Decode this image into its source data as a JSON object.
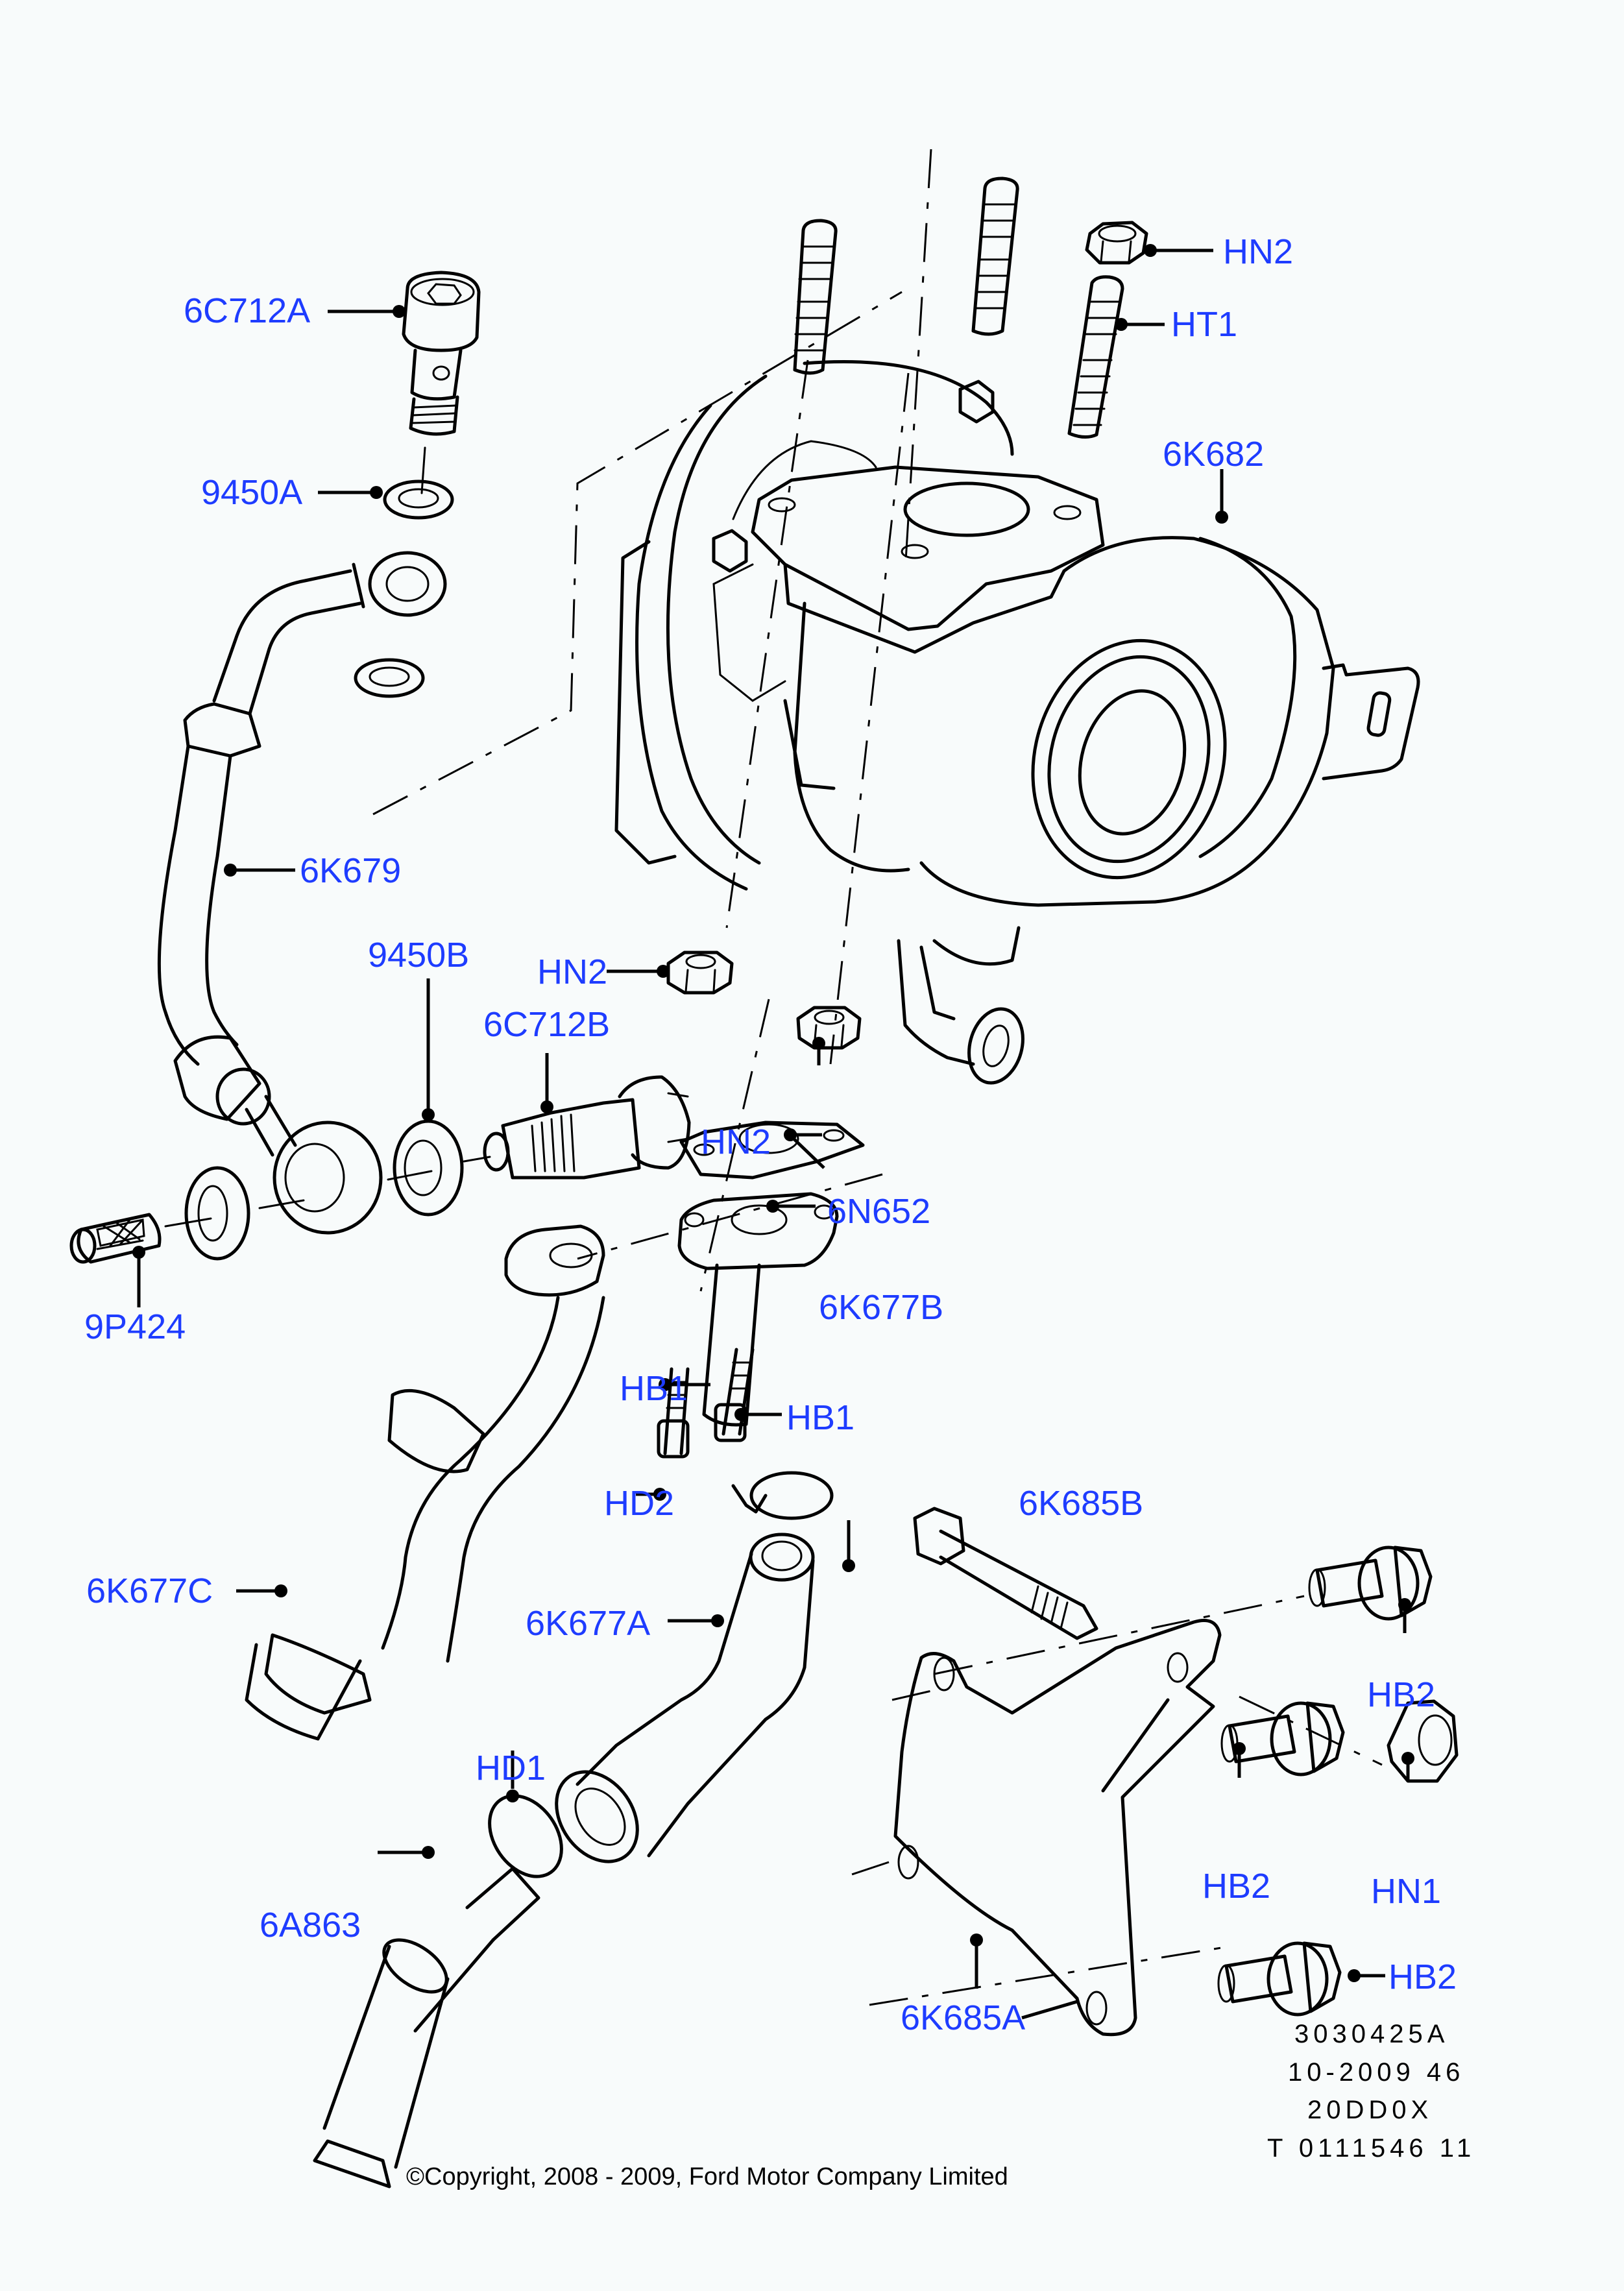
{
  "diagram": {
    "title": "Turbocharger exploded view",
    "label_color": "#1e3cff",
    "line_color": "#000000",
    "background": "#f8fbfb",
    "callouts": [
      {
        "id": "6C712A",
        "text": "6C712A",
        "part": "oil feed banjo bolt"
      },
      {
        "id": "9450A",
        "text": "9450A",
        "part": "sealing washer"
      },
      {
        "id": "HN2-top",
        "text": "HN2",
        "part": "nut"
      },
      {
        "id": "HT1",
        "text": "HT1",
        "part": "stud"
      },
      {
        "id": "6K682",
        "text": "6K682",
        "part": "turbocharger"
      },
      {
        "id": "6K679",
        "text": "6K679",
        "part": "oil feed pipe"
      },
      {
        "id": "9450B",
        "text": "9450B",
        "part": "sealing washer"
      },
      {
        "id": "6C712B",
        "text": "6C712B",
        "part": "banjo bolt"
      },
      {
        "id": "HN2-mid",
        "text": "HN2",
        "part": "nut"
      },
      {
        "id": "HN2-low",
        "text": "HN2",
        "part": "nut"
      },
      {
        "id": "6N652",
        "text": "6N652",
        "part": "gasket"
      },
      {
        "id": "6K677B",
        "text": "6K677B",
        "part": "oil return flange"
      },
      {
        "id": "HB1-left",
        "text": "HB1",
        "part": "bolt"
      },
      {
        "id": "HB1-right",
        "text": "HB1",
        "part": "bolt"
      },
      {
        "id": "HD2",
        "text": "HD2",
        "part": "hose clamp"
      },
      {
        "id": "6K685B",
        "text": "6K685B",
        "part": "bolt"
      },
      {
        "id": "6K677C",
        "text": "6K677C",
        "part": "oil return hose"
      },
      {
        "id": "6K677A",
        "text": "6K677A",
        "part": "oil return hose"
      },
      {
        "id": "HB2-a",
        "text": "HB2",
        "part": "flange bolt"
      },
      {
        "id": "HD1",
        "text": "HD1",
        "part": "hose clamp"
      },
      {
        "id": "HB2-b",
        "text": "HB2",
        "part": "flange bolt"
      },
      {
        "id": "HN1",
        "text": "HN1",
        "part": "nut"
      },
      {
        "id": "6A863",
        "text": "6A863",
        "part": "tube"
      },
      {
        "id": "HB2-c",
        "text": "HB2",
        "part": "flange bolt"
      },
      {
        "id": "6K685A",
        "text": "6K685A",
        "part": "support bracket"
      },
      {
        "id": "9P424",
        "text": "9P424",
        "part": "oil filter screen"
      }
    ]
  },
  "reference_block": {
    "line1": "3030425A",
    "line2": "10-2009 46",
    "line3": "20DD0X",
    "line4": "T 0111546 11"
  },
  "footer": {
    "copyright": "©Copyright, 2008 - 2009, Ford Motor Company Limited"
  }
}
